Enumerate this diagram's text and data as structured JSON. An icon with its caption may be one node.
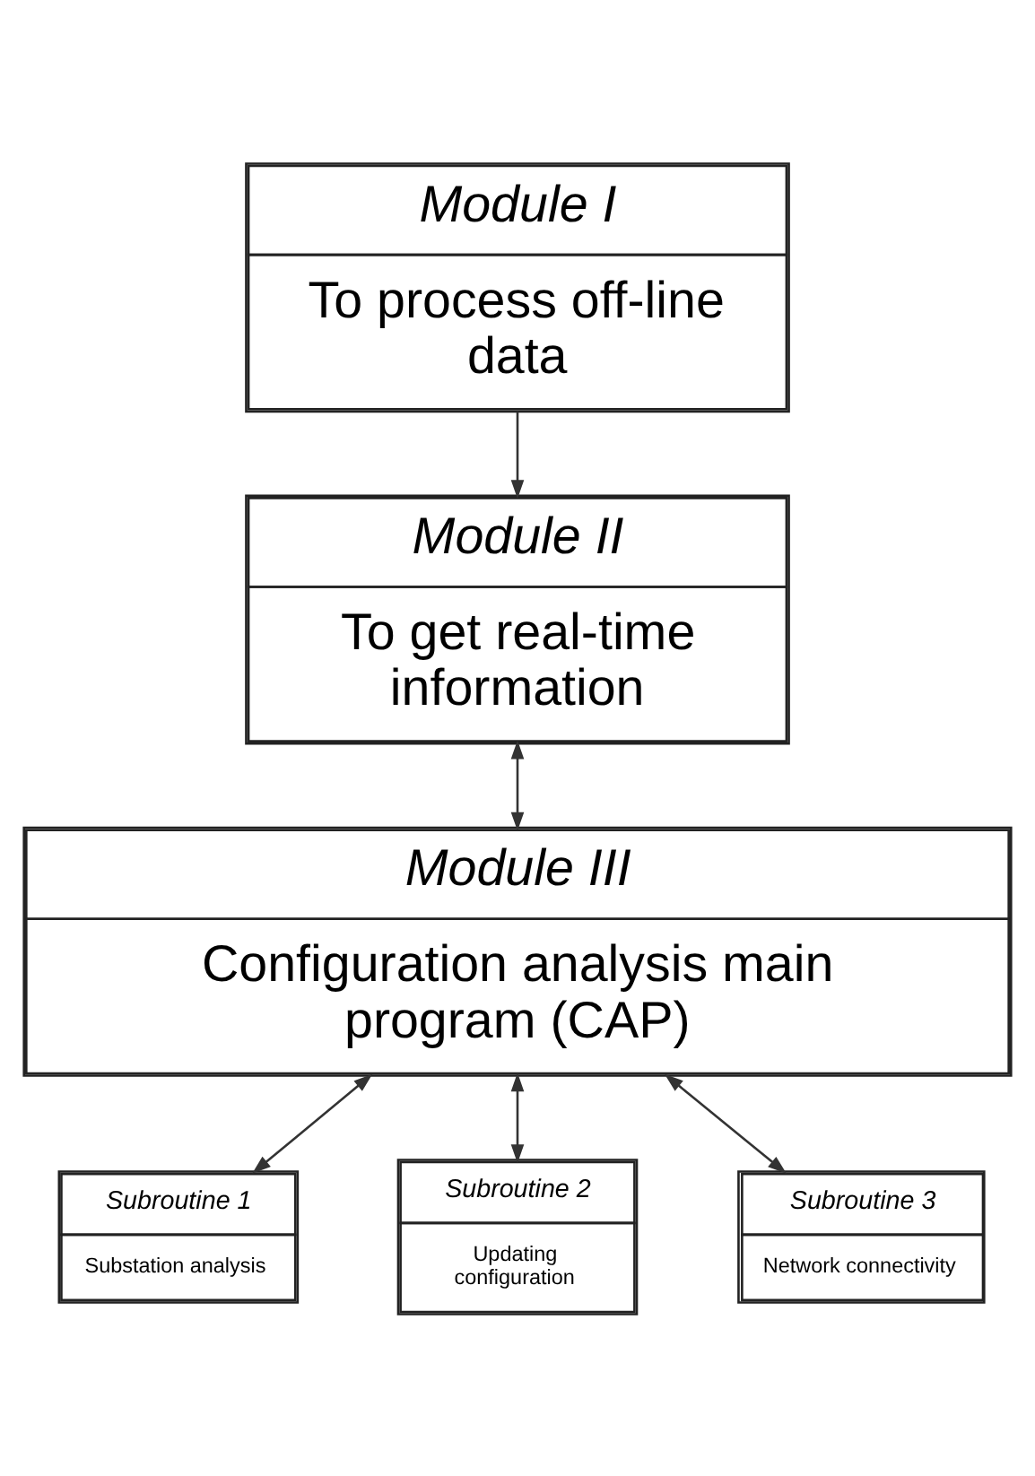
{
  "diagram": {
    "nodes": [
      {
        "text": [
          "Module I",
          "To process off-line data"
        ]
      },
      {
        "text": [
          "Module II",
          "To get real-time information"
        ]
      },
      {
        "text": [
          "Module III",
          "Configuration analysis main program (CAP)"
        ]
      },
      {
        "text": [
          "Subroutine 1",
          "Substation analysis"
        ]
      },
      {
        "text": [
          "Subroutine 2",
          "Updating configuration"
        ]
      },
      {
        "text": [
          "Subroutine 3",
          "Network connectivity"
        ]
      }
    ],
    "edges": [
      {
        "from": 0,
        "to": 1,
        "arrow": "to"
      },
      {
        "from": 1,
        "to": 2,
        "arrow": "both"
      },
      {
        "from": 2,
        "to": 3,
        "arrow": "both"
      },
      {
        "from": 2,
        "to": 4,
        "arrow": "both"
      },
      {
        "from": 2,
        "to": 5,
        "arrow": "both"
      }
    ]
  }
}
